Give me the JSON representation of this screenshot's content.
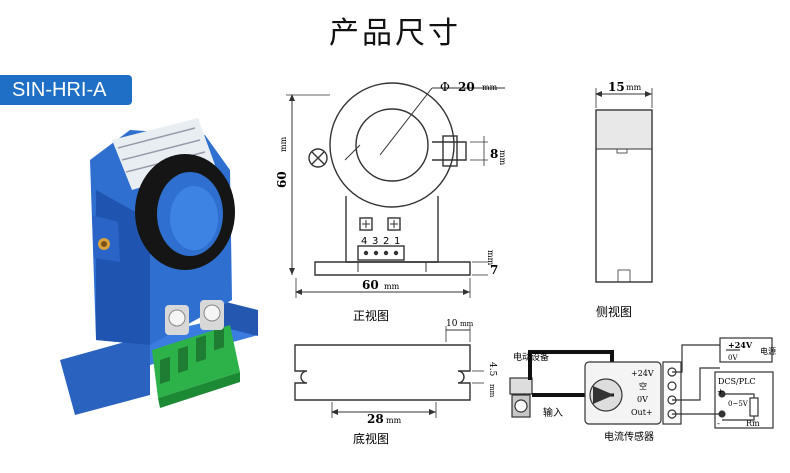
{
  "page": {
    "title": "产品尺寸"
  },
  "badge": {
    "model": "SIN-HRI-A"
  },
  "colors": {
    "accent": "#1f6fc6",
    "sensor_body": "#2f6fd0",
    "terminal": "#2db24a"
  },
  "front_view": {
    "caption": "正视图",
    "dim_diameter_symbol": "Φ",
    "dim_diameter": "20",
    "dim_height": "60",
    "dim_width": "60",
    "dim_slot": "8",
    "dim_base": "7",
    "unit": "mm",
    "pins": [
      "4",
      "3",
      "2",
      "1"
    ]
  },
  "side_view": {
    "caption": "侧视图",
    "dim_thickness": "15",
    "unit": "mm"
  },
  "bottom_view": {
    "caption": "底视图",
    "dim_pitch": "28",
    "dim_slot_width": "10",
    "dim_slot_depth": "4.5",
    "unit": "mm"
  },
  "wiring": {
    "device_label": "电动设备",
    "input_label": "输入",
    "sensor_label": "电流传感器",
    "terminals": [
      "+24V",
      "空",
      "0V",
      "Out+"
    ],
    "power_label": "+24V",
    "power_zero": "0V",
    "power_name": "电源",
    "dcs_label": "DCS/PLC",
    "range_label": "0~5V",
    "rm_label": "Rm",
    "plus": "+",
    "minus": "-"
  }
}
